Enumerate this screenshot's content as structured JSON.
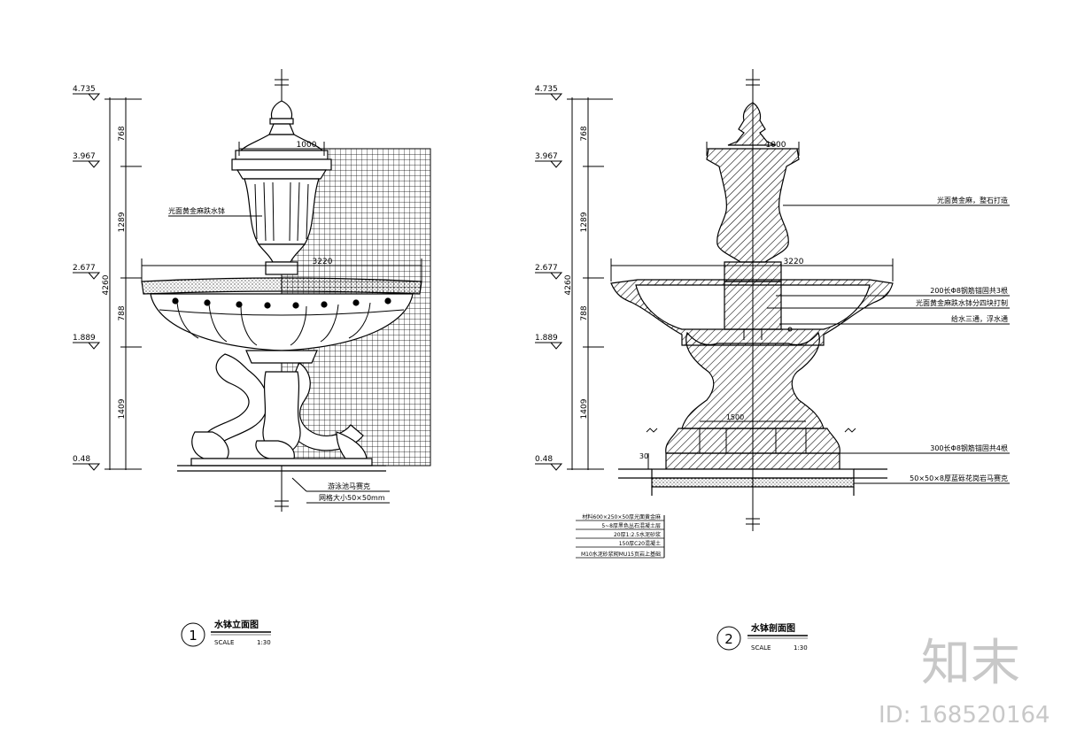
{
  "left_view": {
    "elevations": [
      "4.735",
      "3.967",
      "2.677",
      "1.889",
      "0.48"
    ],
    "segments": [
      "768",
      "1289",
      "788",
      "1409"
    ],
    "total": "4260",
    "top_width": "1000",
    "bowl_width": "3220",
    "label_basin": "光面黄金麻跌水钵",
    "label_mosaic": "游泳池马赛克",
    "label_grid": "网格大小50×50mm",
    "number": "1",
    "title": "水钵立面图",
    "scale_label": "SCALE",
    "scale_value": "1:30"
  },
  "right_view": {
    "elevations": [
      "4.735",
      "3.967",
      "2.677",
      "1.889",
      "0.48"
    ],
    "segments": [
      "768",
      "1289",
      "788",
      "1409"
    ],
    "total": "4260",
    "top_width": "1000",
    "bowl_width": "3220",
    "base_width": "1500",
    "dim_30": "30",
    "labels_right": [
      "光面黄金麻，整石打造",
      "200长Φ8钢筋锚固共3根",
      "光面黄金麻跌水钵分四块打制",
      "给水三通，浮水通",
      "300长Φ8钢筋锚固共4根",
      "50×50×8厚蓝砾花岗岩马赛克"
    ],
    "labels_layers": [
      "材料600×250×50厚光面黄金麻",
      "5~8厚黑色丛石混凝土层",
      "20厚1:2.5水泥砂浆",
      "150厚C20混凝土",
      "M10水泥砂浆砌MU15页岩上基础"
    ],
    "number": "2",
    "title": "水钵剖面图",
    "scale_label": "SCALE",
    "scale_value": "1:30"
  },
  "watermark": {
    "logo": "知末",
    "id": "ID: 168520164",
    "color": "#c8c8c8"
  }
}
